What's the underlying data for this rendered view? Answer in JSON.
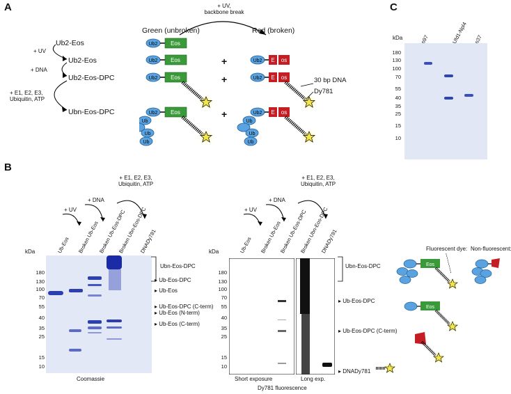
{
  "panel_letters": {
    "a": "A",
    "b": "B",
    "c": "C"
  },
  "panel_a": {
    "uv_break_label": [
      "+ UV,",
      "backbone break"
    ],
    "col_green": "Green (unbroken)",
    "col_red": "Red (broken)",
    "steps": {
      "uv": "+ UV",
      "dna": "+ DNA",
      "ubiq": [
        "+ E1, E2, E3,",
        "Ubiquitin, ATP"
      ]
    },
    "species": [
      "Ub2-Eos",
      "Ub2-Eos",
      "Ub2-Eos-DPC",
      "Ubn-Eos-DPC"
    ],
    "plus": "+",
    "eos": "Eos",
    "eos_split": [
      "E",
      "os"
    ],
    "ub2": "Ub2",
    "ub": "Ub",
    "dna_label": "30 bp DNA",
    "dye_label": "Dy781",
    "colors": {
      "green": "#3a9a3a",
      "red": "#c41e24",
      "ub": "#5aa3e0",
      "star": "#f2e64a",
      "green_text": "#2e7d32",
      "red_text": "#b71c1c"
    }
  },
  "panel_b": {
    "lane_labels": [
      "Ub-Eos",
      "Broken Ub-Eos",
      "Broken Ub-Eos-DPC",
      "Broken Ubn-Eos-DPC",
      "DNADy781"
    ],
    "steps": {
      "uv": "+ UV",
      "dna": "+ DNA",
      "ubiq": [
        "+ E1, E2, E3,",
        "Ubiquitin, ATP"
      ]
    },
    "kda": "kDa",
    "markers": [
      "180",
      "130",
      "100",
      "70",
      "55",
      "40",
      "35",
      "25",
      "15",
      "10"
    ],
    "band_labels": [
      "Ubn-Eos-DPC",
      "Ub-Eos-DPC",
      "Ub-Eos",
      "Ub-Eos-DPC (C-term)",
      "Ub-Eos (N-term)",
      "Ub-Eos (C-term)"
    ],
    "fluor_band_labels": [
      "Ubn-Eos-DPC",
      "Ub-Eos-DPC",
      "Ub-Eos-DPC (C-term)",
      "DNADy781"
    ],
    "coomassie": "Coomassie",
    "short_exp": "Short exposure",
    "long_exp": "Long exp.",
    "fluor": "Dy781 fluorescence",
    "legend": {
      "fluorescent": "Fluorescent dye:",
      "nonfluorescent": "Non-fluorescent:"
    }
  },
  "panel_c": {
    "kda": "kDa",
    "lanes": [
      "p97",
      "Ufd1-Npl4",
      "p37"
    ],
    "markers": [
      "180",
      "130",
      "100",
      "70",
      "55",
      "40",
      "35",
      "25",
      "15",
      "10"
    ]
  }
}
